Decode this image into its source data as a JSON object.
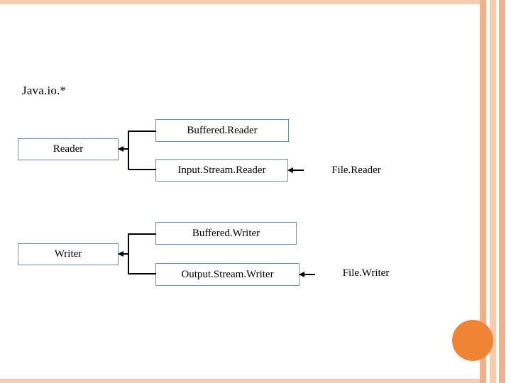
{
  "slide": {
    "title": "Java.io.*",
    "accent_color": "#ef8534",
    "stripe_color": "#f2b08a",
    "box_border_color": "#6f8fc4"
  },
  "diagram": {
    "nodes": {
      "reader": "Reader",
      "buffered_reader": "Buffered.Reader",
      "input_stream_reader": "Input.Stream.Reader",
      "file_reader": "File.Reader",
      "writer": "Writer",
      "buffered_writer": "Buffered.Writer",
      "output_stream_writer": "Output.Stream.Writer",
      "file_writer": "File.Writer"
    }
  }
}
